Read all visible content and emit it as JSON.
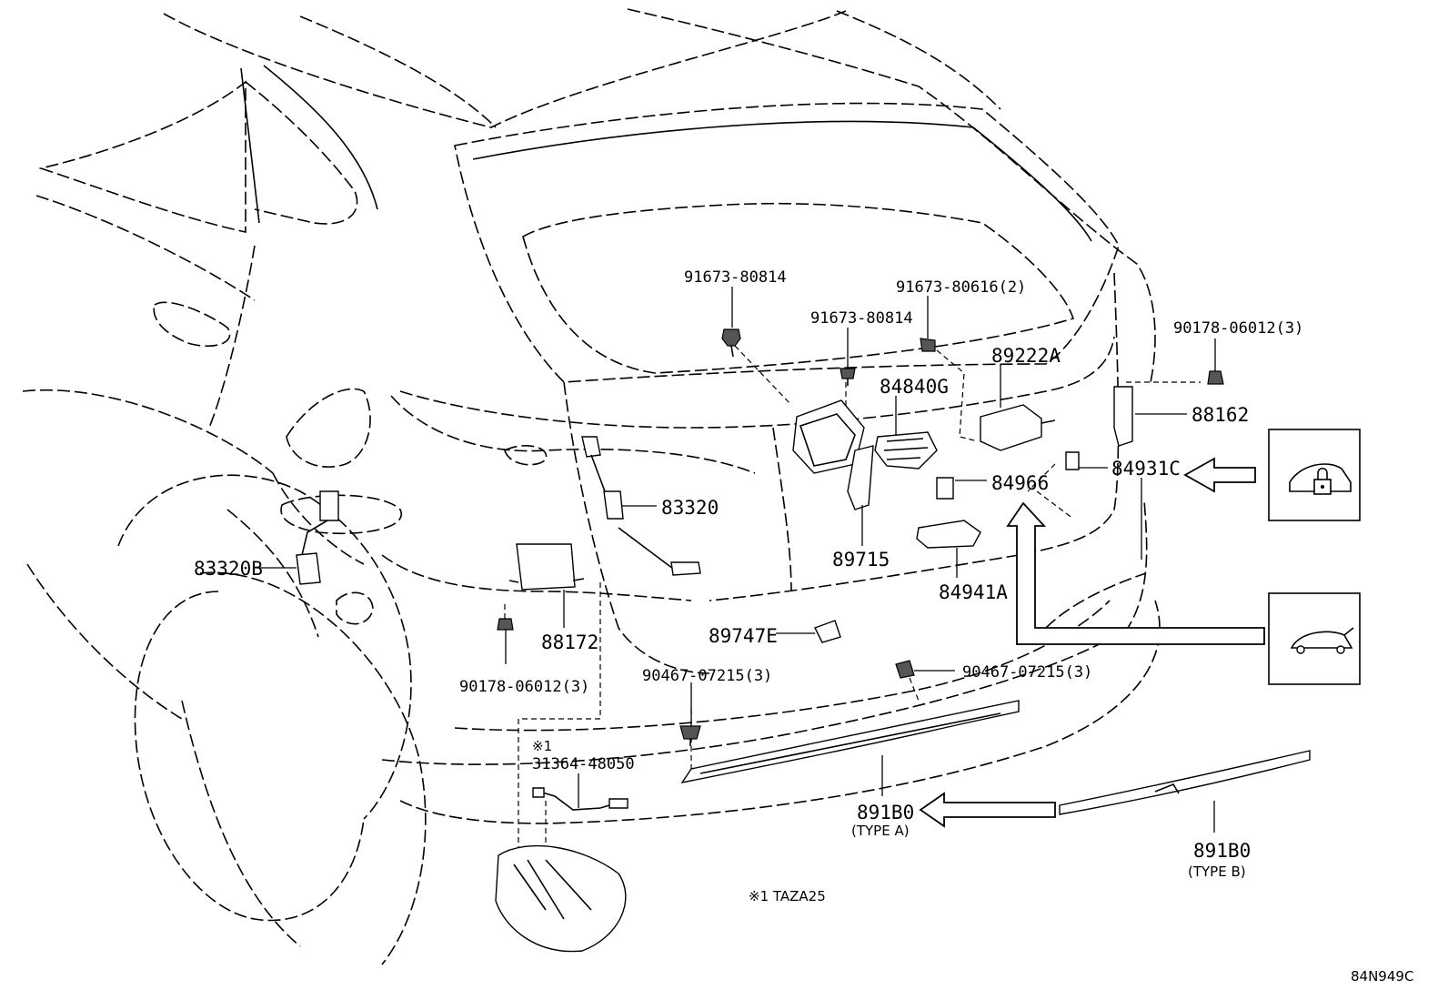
{
  "diagram_id": "84N949C",
  "footnote": "※1 TAZA25",
  "note_marker": "※1",
  "parts": [
    {
      "id": "bolt-91673-80814-a",
      "label": "91673-80814"
    },
    {
      "id": "bolt-91673-80814-b",
      "label": "91673-80814"
    },
    {
      "id": "bolt-91673-80616",
      "label": "91673-80616(2)"
    },
    {
      "id": "clip-90178-06012-a",
      "label": "90178-06012(3)"
    },
    {
      "id": "clip-90178-06012-b",
      "label": "90178-06012(3)"
    },
    {
      "id": "module-89222A",
      "label": "89222A"
    },
    {
      "id": "switch-84840G",
      "label": "84840G"
    },
    {
      "id": "sensor-88162",
      "label": "88162"
    },
    {
      "id": "switch-84966",
      "label": "84966"
    },
    {
      "id": "switch-84931C",
      "label": "84931C"
    },
    {
      "id": "sensor-83320",
      "label": "83320"
    },
    {
      "id": "sensor-83320B",
      "label": "83320B"
    },
    {
      "id": "bracket-89715",
      "label": "89715"
    },
    {
      "id": "switch-84941A",
      "label": "84941A"
    },
    {
      "id": "ecu-88172",
      "label": "88172"
    },
    {
      "id": "sensor-89747E",
      "label": "89747E"
    },
    {
      "id": "clip-90467-07215-a",
      "label": "90467-07215(3)"
    },
    {
      "id": "clip-90467-07215-b",
      "label": "90467-07215(3)"
    },
    {
      "id": "harness-31364-48050",
      "label": "31364-48050"
    },
    {
      "id": "sensor-891B0-a",
      "label": "891B0",
      "sublabel": "(TYPE A)"
    },
    {
      "id": "sensor-891B0-b",
      "label": "891B0",
      "sublabel": "(TYPE B)"
    }
  ]
}
